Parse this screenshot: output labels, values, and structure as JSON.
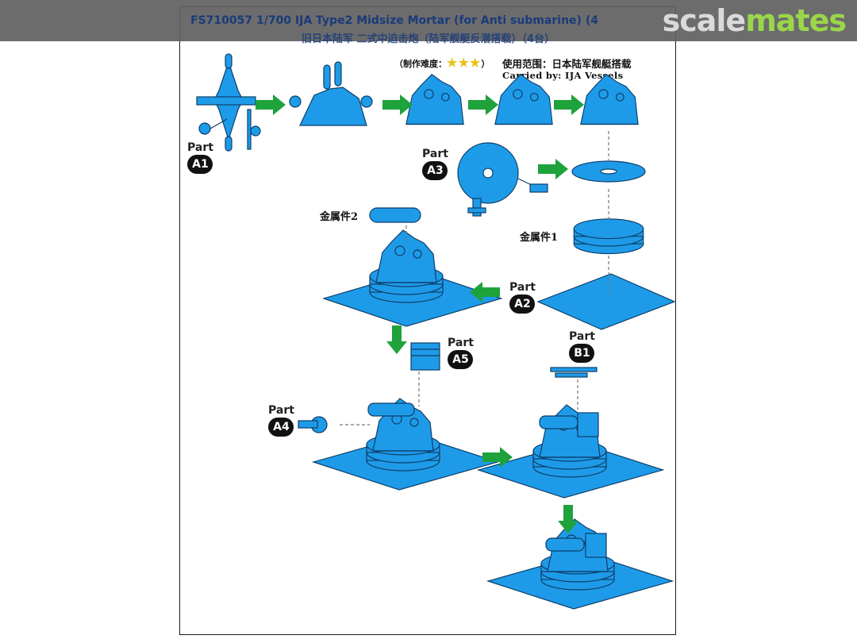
{
  "header": {
    "title": "FS710057 1/700 IJA Type2 Midsize Mortar (for Anti submarine) (4",
    "subtitle_cn": "旧日本陆军 二式中迫击炮（陆军舰艇反潜搭载）（4台）"
  },
  "watermark": {
    "part1": "scale",
    "part2": "mates"
  },
  "difficulty": {
    "label": "（制作难度：",
    "stars": "★★★",
    "suffix": "）"
  },
  "usage": {
    "cn": "使用范围：日本陆军舰艇搭载",
    "en": "Carried by: IJA Vessels"
  },
  "metal_parts": {
    "m1": "金属件1",
    "m2": "金属件2"
  },
  "parts": [
    {
      "label": "Part",
      "id": "A1"
    },
    {
      "label": "Part",
      "id": "A3"
    },
    {
      "label": "Part",
      "id": "A2"
    },
    {
      "label": "Part",
      "id": "A5"
    },
    {
      "label": "Part",
      "id": "B1"
    },
    {
      "label": "Part",
      "id": "A4"
    }
  ],
  "colors": {
    "part_blue": "#1e9be8",
    "arrow_green": "#1ea23c",
    "outline": "#0d3e6a",
    "background": "#ffffff",
    "topbar": "#5f5f5f",
    "watermark_green": "#9ad64a"
  }
}
